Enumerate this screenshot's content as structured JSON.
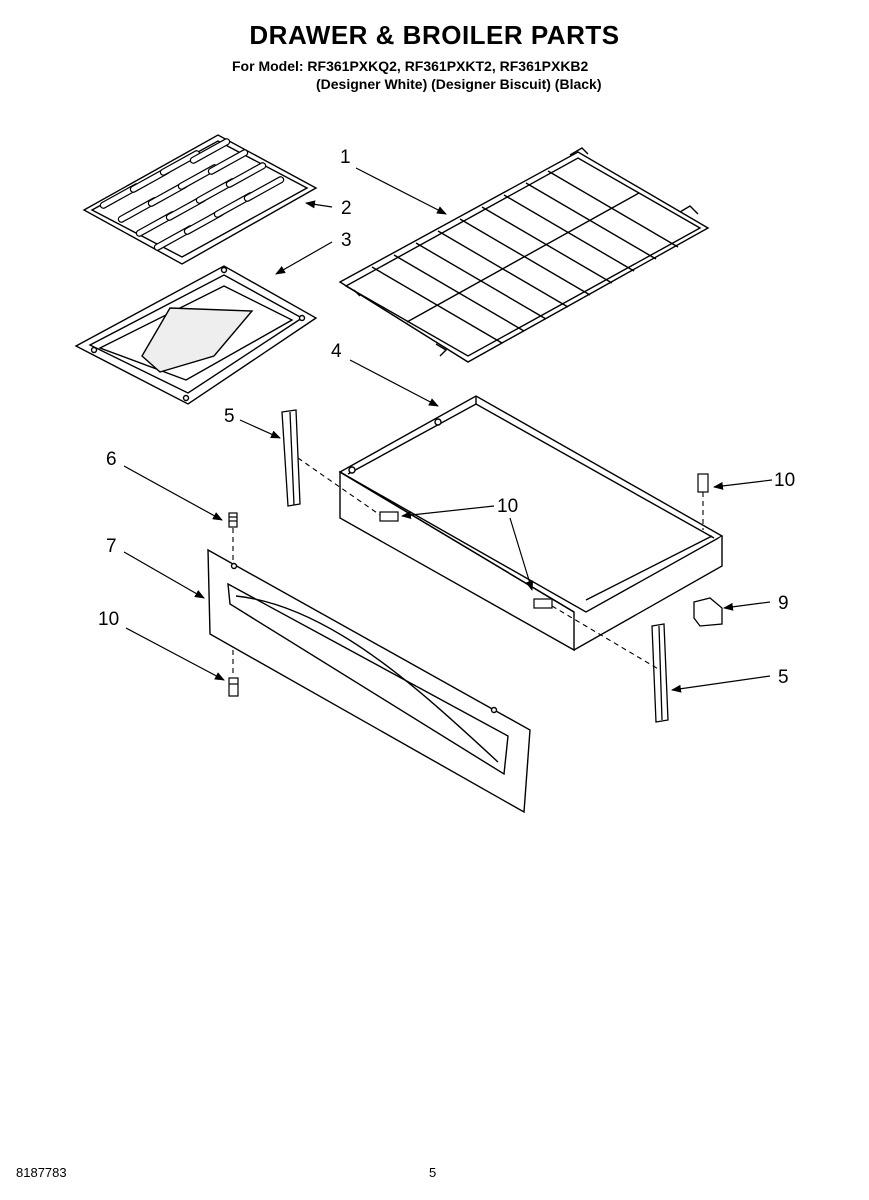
{
  "header": {
    "title": "DRAWER & BROILER PARTS",
    "models_line": "For Model: RF361PXKQ2, RF361PXKT2, RF361PXKB2",
    "colors_line": "(Designer White) (Designer Biscuit) (Black)"
  },
  "callouts": {
    "c1": "1",
    "c2": "2",
    "c3": "3",
    "c4": "4",
    "c5a": "5",
    "c5b": "5",
    "c6": "6",
    "c7": "7",
    "c9": "9",
    "c10a": "10",
    "c10b": "10",
    "c10c": "10"
  },
  "footer": {
    "doc_number": "8187783",
    "page_number": "5"
  }
}
